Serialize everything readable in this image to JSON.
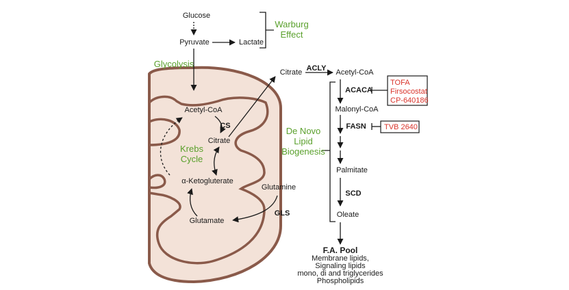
{
  "colors": {
    "mito_fill": "#f3e2d8",
    "mito_stroke": "#8a5a4a",
    "process_green": "#5aa02c",
    "inhibitor_red": "#d9342b",
    "arrow": "#1a1a1a"
  },
  "glycolysis": {
    "glucose": "Glucose",
    "pyruvate": "Pyruvate",
    "lactate": "Lactate",
    "warburg_line1": "Warburg",
    "warburg_line2": "Effect",
    "glycolysis_label": "Glycolysis"
  },
  "krebs": {
    "acetyl_coa": "Acetyl-CoA",
    "cs": "CS",
    "citrate": "Citrate",
    "label_line1": "Krebs",
    "label_line2": "Cycle",
    "akg": "α-Ketogluterate",
    "glutamine": "Glutamine",
    "gls": "GLS",
    "glutamate": "Glutamate"
  },
  "lipogenesis": {
    "citrate": "Citrate",
    "acly": "ACLY",
    "acetyl_coa": "Acetyl-CoA",
    "acaca": "ACACA",
    "malonyl_coa": "Malonyl-CoA",
    "fasn": "FASN",
    "palmitate": "Palmitate",
    "scd": "SCD",
    "oleate": "Oleate",
    "label_line1": "De Novo",
    "label_line2": "Lipid",
    "label_line3": "Biogenesis"
  },
  "inhibitors": {
    "acaca": [
      "TOFA",
      "Firsocostat",
      "CP-640186"
    ],
    "fasn": "TVB 2640"
  },
  "fa_pool": {
    "title": "F.A. Pool",
    "items": [
      "Membrane lipids,",
      "Signaling lipids",
      "mono, di and triglycerides",
      "Phospholipids"
    ]
  }
}
